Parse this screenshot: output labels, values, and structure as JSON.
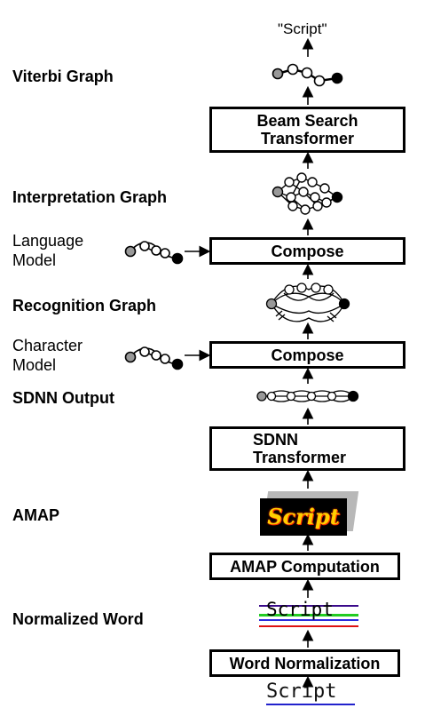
{
  "labels": {
    "viterbi": "Viterbi Graph",
    "interpretation": "Interpretation Graph",
    "language_line1": "Language",
    "language_line2": "Model",
    "recognition": "Recognition Graph",
    "character_line1": "Character",
    "character_line2": "Model",
    "sdnn_output": "SDNN Output",
    "amap": "AMAP",
    "normalized_word": "Normalized Word"
  },
  "boxes": {
    "beam_line1": "Beam Search",
    "beam_line2": "Transformer",
    "compose_language": "Compose",
    "compose_character": "Compose",
    "sdnn_line1": "SDNN",
    "sdnn_line2": "Transformer",
    "amap_computation": "AMAP Computation",
    "word_normalization": "Word Normalization"
  },
  "output_text": "\"Script\"",
  "images": {
    "amap_image_text": "Script",
    "normalized_word_text": "Script",
    "input_word_text": "Script"
  }
}
